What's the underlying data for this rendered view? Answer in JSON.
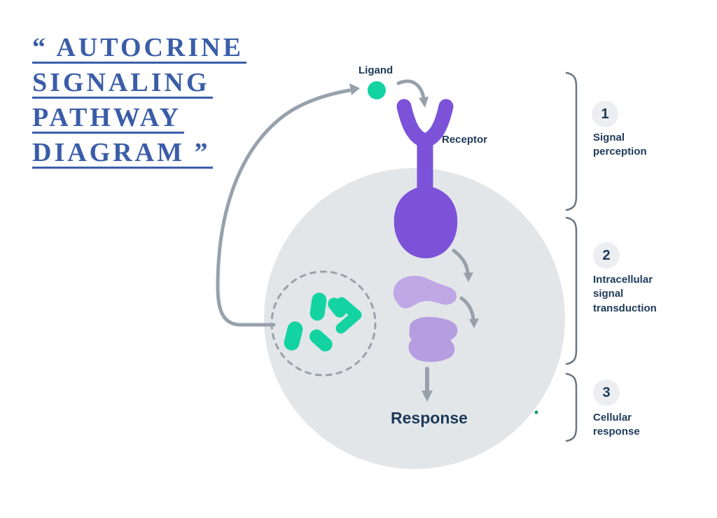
{
  "title": {
    "lines": [
      "“ AUTOCRINE",
      "SIGNALING",
      "PATHWAY",
      "DIAGRAM ”"
    ]
  },
  "diagram": {
    "ligand_label": "Ligand",
    "receptor_label": "Receptor",
    "response_label": "Response"
  },
  "steps": [
    {
      "number": "1",
      "label": "Signal perception"
    },
    {
      "number": "2",
      "label": "Intracellular signal transduction"
    },
    {
      "number": "3",
      "label": "Cellular response"
    }
  ],
  "colors": {
    "title_blue": "#3a5da8",
    "text_navy": "#1e3a5a",
    "ligand_green": "#13d3a2",
    "receptor_purple": "#7c52d9",
    "kinase_light_purple_1": "#bfa8e5",
    "kinase_light_purple_2": "#b59ddf",
    "cell_gray": "#e3e6e9",
    "arrow_gray": "#97a1ab",
    "bracket_gray": "#6a7582",
    "badge_background": "#eceef1"
  }
}
